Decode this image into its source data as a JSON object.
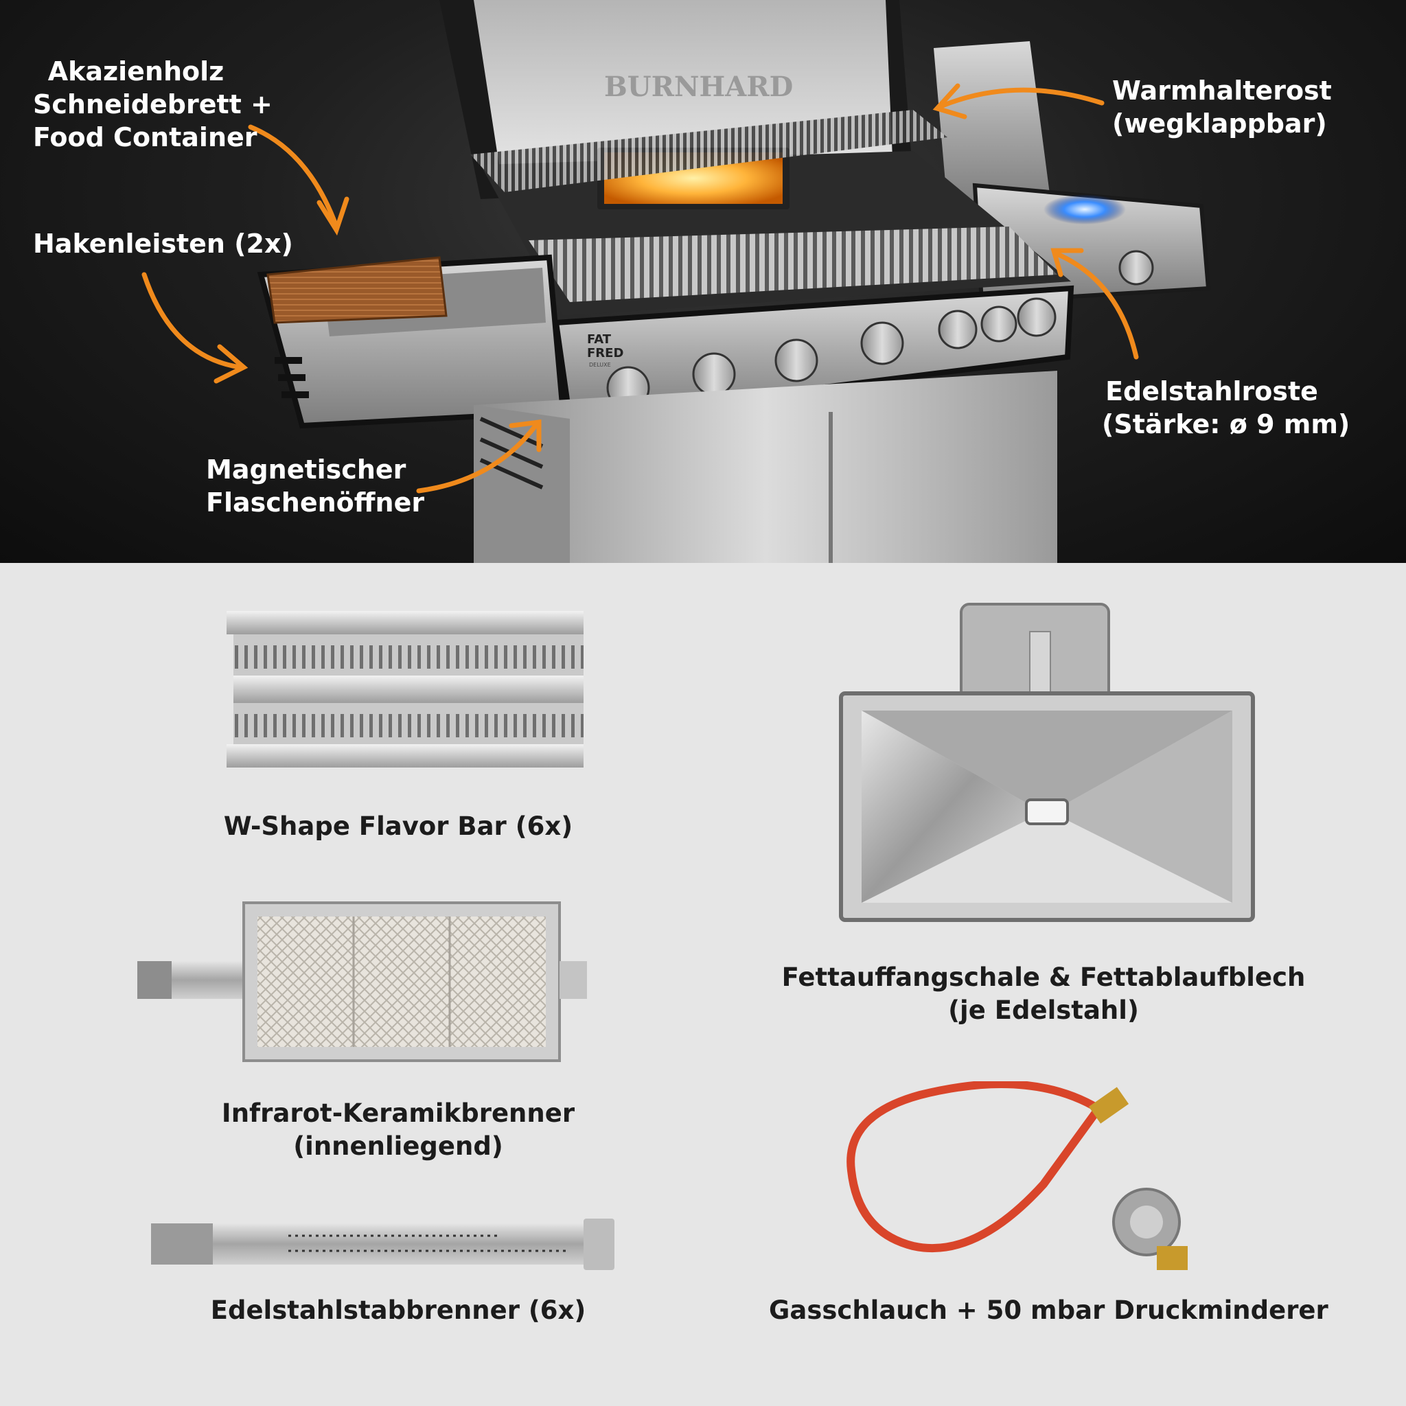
{
  "hero": {
    "brand": "BURNHARD",
    "model": [
      "FAT",
      "FRED",
      "DELUXE"
    ],
    "callouts": {
      "board": [
        "Akazienholz",
        "Schneidebrett +",
        "Food Container"
      ],
      "hooks": [
        "Hakenleisten (2x)"
      ],
      "opener": [
        "Magnetischer",
        "Flaschenöffner"
      ],
      "warming": [
        "Warmhalterost",
        "(wegklappbar)"
      ],
      "grates": [
        "Edelstahlroste",
        "(Stärke: ø 9 mm)"
      ]
    },
    "accent_color": "#f08a1c"
  },
  "parts": {
    "flavor_bar": [
      "W-Shape Flavor Bar (6x)"
    ],
    "grease_tray": [
      "Fettauffangschale & Fettablaufblech",
      "(je Edelstahl)"
    ],
    "infrared": [
      "Infrarot-Keramikbrenner",
      "(innenliegend)"
    ],
    "rod_burner": [
      "Edelstahlstabbrenner (6x)"
    ],
    "hose": [
      "Gasschlauch + 50 mbar Druckminderer"
    ]
  }
}
